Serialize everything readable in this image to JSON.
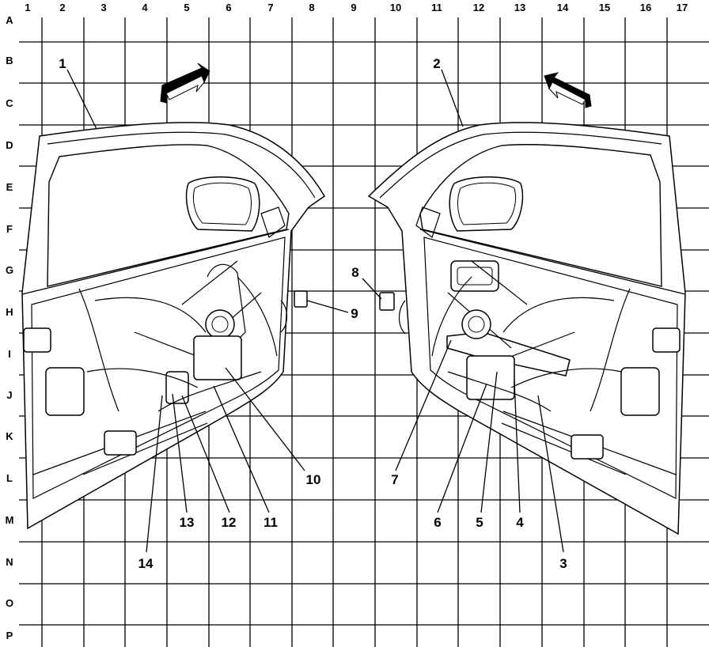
{
  "grid": {
    "columns": [
      "1",
      "2",
      "3",
      "4",
      "5",
      "6",
      "7",
      "8",
      "9",
      "10",
      "11",
      "12",
      "13",
      "14",
      "15",
      "16",
      "17"
    ],
    "rows": [
      "A",
      "B",
      "C",
      "D",
      "E",
      "F",
      "G",
      "H",
      "I",
      "J",
      "K",
      "L",
      "M",
      "N",
      "O",
      "P"
    ]
  },
  "callouts": [
    "1",
    "2",
    "3",
    "4",
    "5",
    "6",
    "7",
    "8",
    "9",
    "10",
    "11",
    "12",
    "13",
    "14"
  ]
}
